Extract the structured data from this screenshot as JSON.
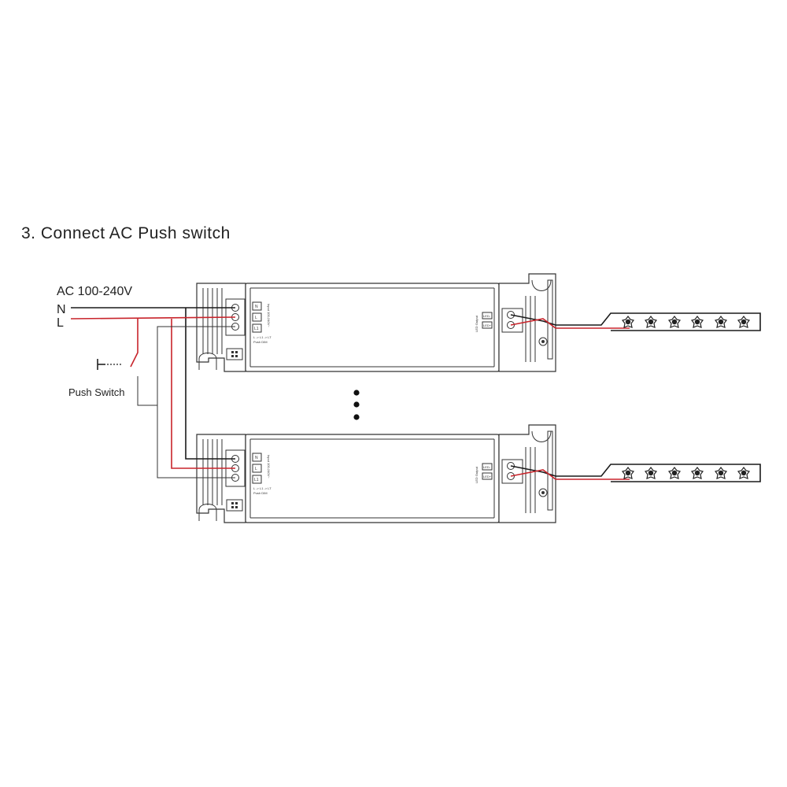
{
  "title": "3. Connect AC Push switch",
  "supply": {
    "voltage_label": "AC 100-240V",
    "neutral_label": "N",
    "live_label": "L"
  },
  "switch": {
    "label": "Push Switch"
  },
  "driver": {
    "input_terminals": [
      "N",
      "L",
      "L1"
    ],
    "input_caption": "Input 100-240V~",
    "push_dim_label": "Push DIM",
    "l_l1_label": "L -> L1 -> LT",
    "output_caption": "LED Output",
    "output_terminals": [
      "LED-",
      "LED+"
    ]
  },
  "colors": {
    "live_wire": "#c8242b",
    "neutral_wire": "#1a1a1a",
    "outline": "#333333"
  },
  "icons": {
    "more_drivers": "vertical-ellipsis",
    "led": "led-chip",
    "switch": "push-switch-symbol"
  }
}
